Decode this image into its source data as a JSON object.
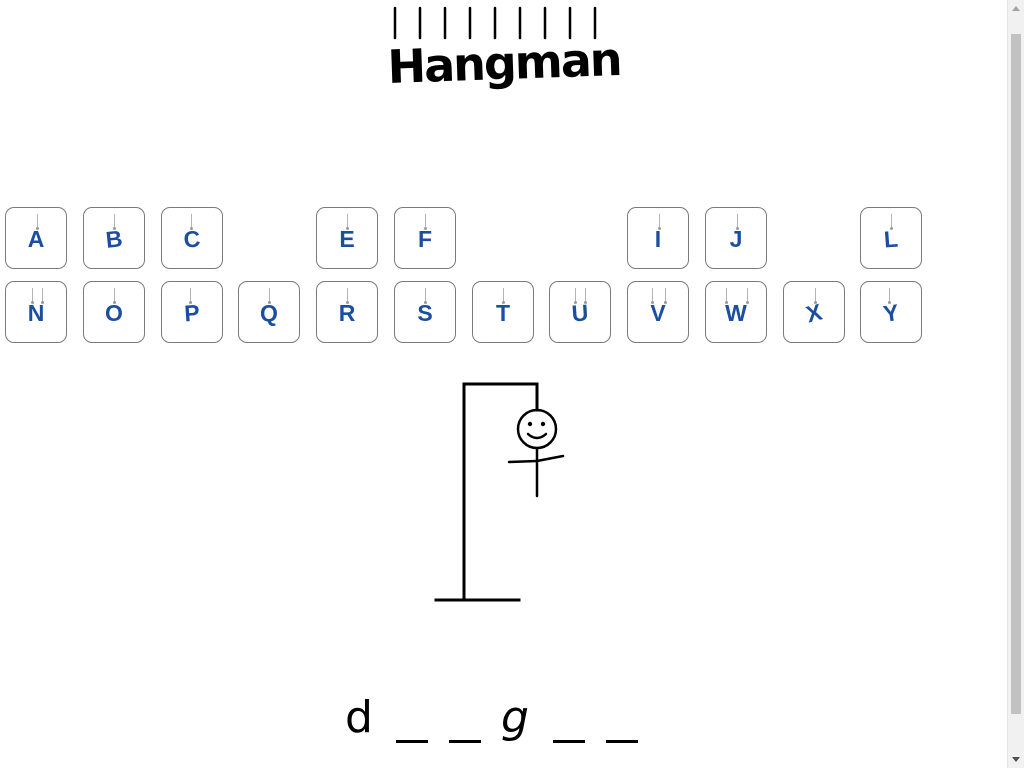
{
  "app": {
    "title": "Hangman"
  },
  "keyboard": {
    "keys": [
      {
        "letter": "A"
      },
      {
        "letter": "B"
      },
      {
        "letter": "C"
      },
      {
        "letter": "E"
      },
      {
        "letter": "F"
      },
      {
        "letter": "I"
      },
      {
        "letter": "J"
      },
      {
        "letter": "L"
      },
      {
        "letter": "N"
      },
      {
        "letter": "O"
      },
      {
        "letter": "P"
      },
      {
        "letter": "Q"
      },
      {
        "letter": "R"
      },
      {
        "letter": "S"
      },
      {
        "letter": "T"
      },
      {
        "letter": "U"
      },
      {
        "letter": "V"
      },
      {
        "letter": "W"
      },
      {
        "letter": "X"
      },
      {
        "letter": "Y"
      }
    ],
    "letter_color": "#1a4fa0"
  },
  "word": {
    "slots": [
      "d",
      "",
      "",
      "g",
      "",
      ""
    ]
  }
}
